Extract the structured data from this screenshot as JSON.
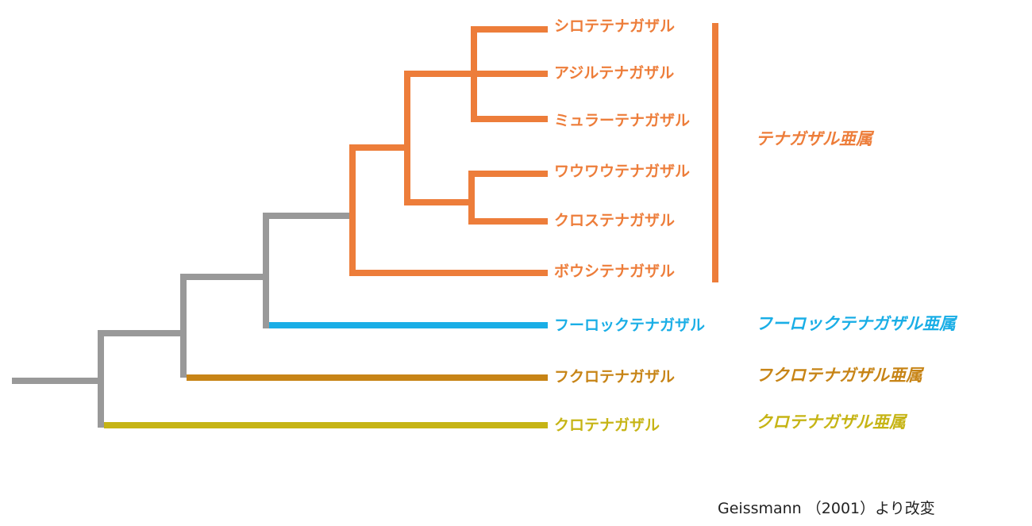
{
  "colors": {
    "ancestral": "#999999",
    "hylobates": "#ED7D3A",
    "hoolock": "#1AAEE6",
    "symphalangus": "#C78416",
    "nomascus": "#C6B415"
  },
  "species": [
    {
      "id": "sp1",
      "label": "シロテテナガザル",
      "genus": "hylobates"
    },
    {
      "id": "sp2",
      "label": "アジルテナガザル",
      "genus": "hylobates"
    },
    {
      "id": "sp3",
      "label": "ミュラーテナガザル",
      "genus": "hylobates"
    },
    {
      "id": "sp4",
      "label": "ワウワウテナガザル",
      "genus": "hylobates"
    },
    {
      "id": "sp5",
      "label": "クロステナガザル",
      "genus": "hylobates"
    },
    {
      "id": "sp6",
      "label": "ボウシテナガザル",
      "genus": "hylobates"
    },
    {
      "id": "sp7",
      "label": "フーロックテナガザル",
      "genus": "hoolock"
    },
    {
      "id": "sp8",
      "label": "フクロテナガザル",
      "genus": "symphalangus"
    },
    {
      "id": "sp9",
      "label": "クロテナガザル",
      "genus": "nomascus"
    }
  ],
  "genera": [
    {
      "id": "hylobates",
      "label": "テナガザル亜属"
    },
    {
      "id": "hoolock",
      "label": "フーロックテナガザル亜属"
    },
    {
      "id": "symphalangus",
      "label": "フクロテナガザル亜属"
    },
    {
      "id": "nomascus",
      "label": "クロテナガザル亜属"
    }
  ],
  "citation": "Geissmann （2001）より改変"
}
